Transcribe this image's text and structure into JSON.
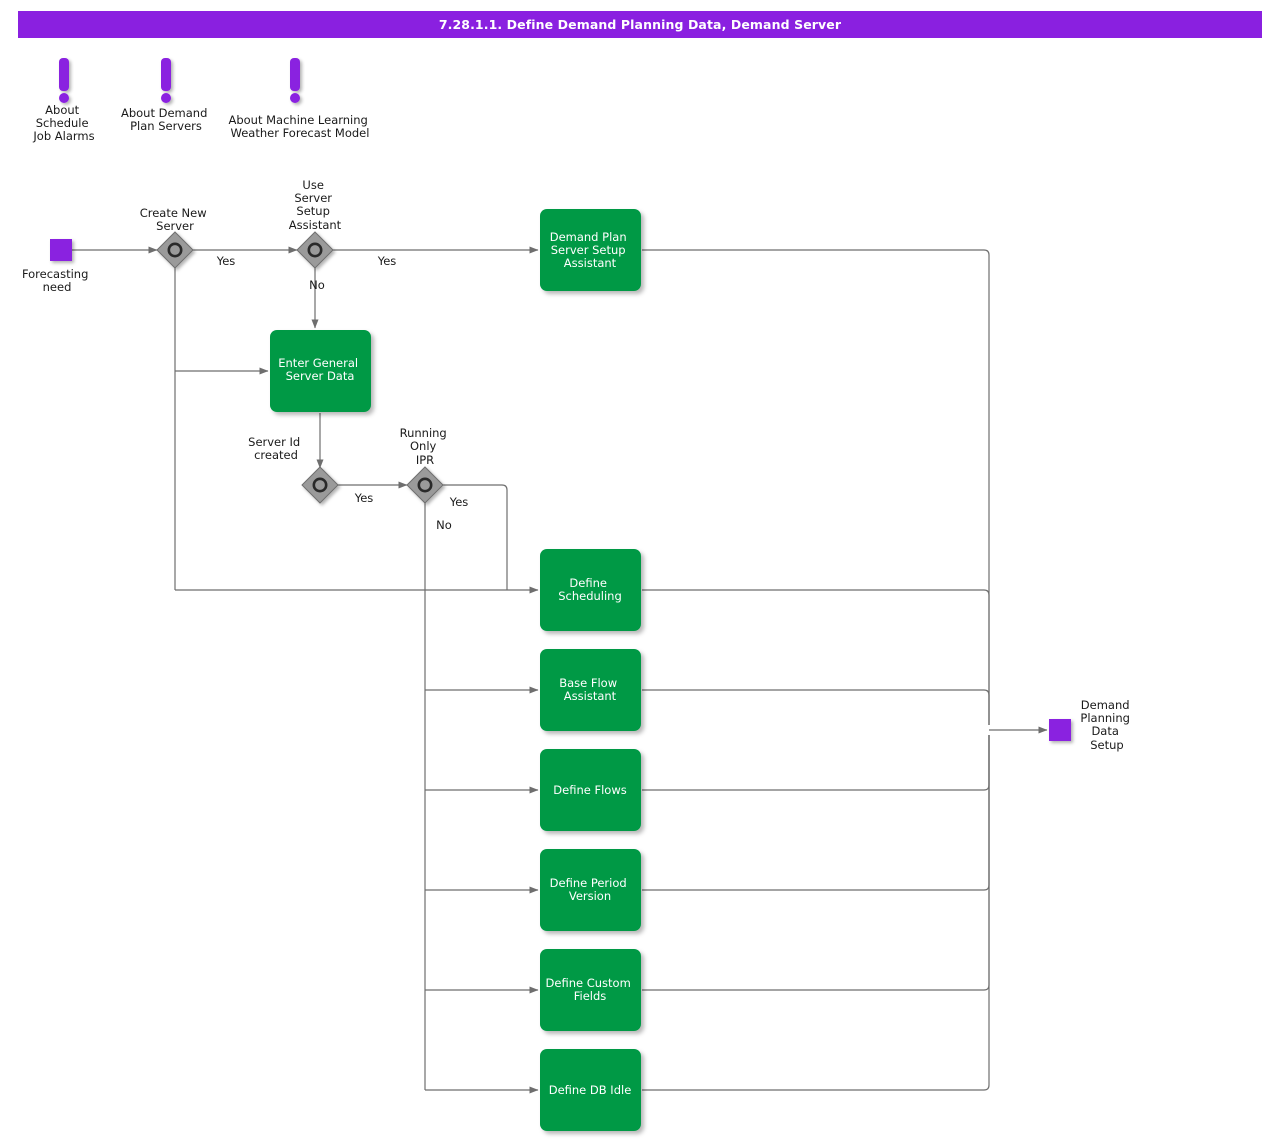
{
  "header": {
    "title": "7.28.1.1. Define Demand Planning Data, Demand Server",
    "bar_color": "#8a20e0"
  },
  "colors": {
    "accent_purple": "#8a20e0",
    "task_green": "#009944",
    "line_gray": "#6e6e6e",
    "gateway_gray": "#9a9a9a",
    "text_dark": "#1a1a1a",
    "text_light": "#ffffff"
  },
  "annotations": [
    {
      "id": "about-schedule-job-alarms",
      "icon": "info-exclamation-icon",
      "lines": [
        "About",
        "Schedule",
        "Job Alarms"
      ]
    },
    {
      "id": "about-demand-plan-servers",
      "icon": "info-exclamation-icon",
      "lines": [
        "About Demand",
        "Plan Servers"
      ]
    },
    {
      "id": "about-machine-learning-weather-forecast-model",
      "icon": "info-exclamation-icon",
      "lines": [
        "About Machine Learning",
        "Weather Forecast Model"
      ]
    }
  ],
  "nodes": {
    "start": {
      "label_lines": [
        "Forecasting",
        "need"
      ],
      "type": "start-event"
    },
    "end": {
      "label_lines": [
        "Demand",
        "Planning",
        "Data",
        "Setup"
      ],
      "type": "end-event"
    },
    "gateways": [
      {
        "id": "create-new-server",
        "label_lines": [
          "Create New",
          "Server"
        ]
      },
      {
        "id": "use-server-setup-assistant",
        "label_lines": [
          "Use",
          "Server",
          "Setup",
          "Assistant"
        ]
      },
      {
        "id": "server-id-created",
        "label_lines": [
          "Server Id",
          "created"
        ]
      },
      {
        "id": "running-only-ipr",
        "label_lines": [
          "Running",
          "Only",
          "IPR"
        ]
      }
    ],
    "tasks": [
      {
        "id": "demand-plan-server-setup-assistant",
        "label_lines": [
          "Demand Plan",
          "Server Setup",
          "Assistant"
        ]
      },
      {
        "id": "enter-general-server-data",
        "label_lines": [
          "Enter General",
          "Server Data"
        ]
      },
      {
        "id": "define-scheduling",
        "label_lines": [
          "Define",
          "Scheduling"
        ]
      },
      {
        "id": "base-flow-assistant",
        "label_lines": [
          "Base Flow",
          "Assistant"
        ]
      },
      {
        "id": "define-flows",
        "label_lines": [
          "Define Flows"
        ]
      },
      {
        "id": "define-period-version",
        "label_lines": [
          "Define Period",
          "Version"
        ]
      },
      {
        "id": "define-custom-fields",
        "label_lines": [
          "Define Custom",
          "Fields"
        ]
      },
      {
        "id": "define-db-idle",
        "label_lines": [
          "Define DB Idle"
        ]
      }
    ]
  },
  "edge_labels": {
    "create_new_server_yes": "Yes",
    "use_assistant_yes": "Yes",
    "use_assistant_no": "No",
    "server_id_created_yes": "Yes",
    "running_only_ipr_yes": "Yes",
    "running_only_ipr_no": "No"
  }
}
